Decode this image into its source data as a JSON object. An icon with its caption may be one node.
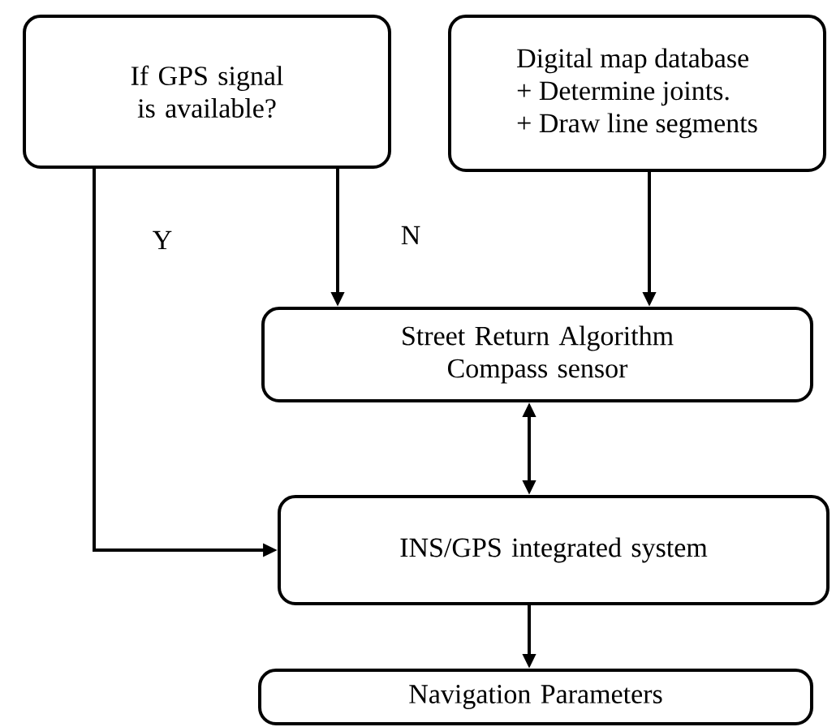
{
  "diagram": {
    "nodes": [
      {
        "text": [
          "If GPS signal is available?"
        ]
      },
      {
        "text": [
          "Digital map database",
          "+ Determine joints.",
          "+ Draw line segments"
        ]
      },
      {
        "text": [
          "Street Return Algorithm",
          "Compass sensor"
        ]
      },
      {
        "text": [
          "INS/GPS integrated system"
        ]
      },
      {
        "text": [
          "Navigation Parameters"
        ]
      }
    ],
    "edges": [
      {
        "from": 0,
        "to": 2,
        "arrow": "to",
        "label": "N"
      },
      {
        "from": 1,
        "to": 2,
        "arrow": "to"
      },
      {
        "from": 0,
        "to": 3,
        "arrow": "to",
        "label": "Y"
      },
      {
        "from": 2,
        "to": 3,
        "arrow": "both"
      },
      {
        "from": 3,
        "to": 4,
        "arrow": "to"
      }
    ]
  }
}
